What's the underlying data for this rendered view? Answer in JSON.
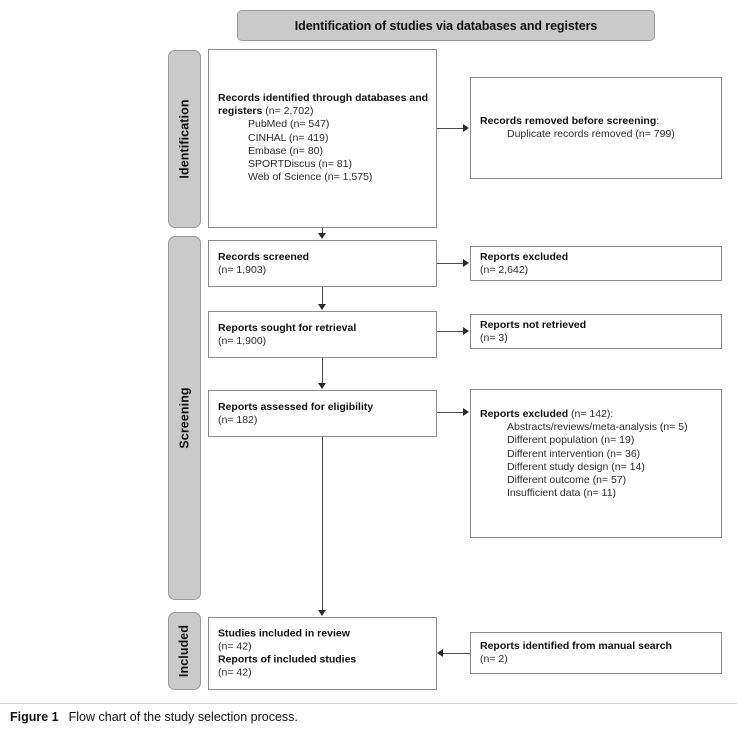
{
  "figure": {
    "header_title": "Identification of studies via databases and registers",
    "caption_label": "Figure 1",
    "caption_text": "Flow chart of the study selection process.",
    "colors": {
      "stage_fill": "#cacaca",
      "stage_border": "#9a9a9a",
      "box_border": "#8c8c8c",
      "connector": "#4a4a4a",
      "text": "#2b2b2b"
    }
  },
  "stages": [
    {
      "id": "identification",
      "label": "Identification"
    },
    {
      "id": "screening",
      "label": "Screening"
    },
    {
      "id": "included",
      "label": "Included"
    }
  ],
  "boxes": {
    "records_identified": {
      "heading": "Records identified through databases and registers",
      "heading_count": "(n= 2,702)",
      "sources": [
        "PubMed  (n= 547)",
        "CINHAL  (n= 419)",
        "Embase (n= 80)",
        "SPORTDiscus (n= 81)",
        "Web of Science (n= 1,575)"
      ]
    },
    "records_removed": {
      "heading": "Records removed before screening",
      "heading_suffix": ":",
      "detail": "Duplicate records removed (n= 799)"
    },
    "records_screened": {
      "heading": "Records screened",
      "count": "(n= 1,903)"
    },
    "reports_excluded_1": {
      "heading": "Reports excluded",
      "count": "(n= 2,642)"
    },
    "reports_sought": {
      "heading": "Reports sought for retrieval",
      "count": "(n= 1,900)"
    },
    "reports_not_retrieved": {
      "heading": "Reports not retrieved",
      "count": "(n= 3)"
    },
    "reports_assessed": {
      "heading": "Reports assessed for eligibility",
      "count": "(n= 182)"
    },
    "reports_excluded_2": {
      "heading": "Reports excluded",
      "heading_count": "(n= 142):",
      "reasons": [
        "Abstracts/reviews/meta-analysis (n= 5)",
        "Different population  (n= 19)",
        "Different intervention  (n= 36)",
        "Different study design (n= 14)",
        "Different outcome (n= 57)",
        "Insufficient data (n= 11)"
      ]
    },
    "studies_included": {
      "heading_1": "Studies included in review",
      "count_1": "(n= 42)",
      "heading_2": "Reports of included studies",
      "count_2": "(n= 42)"
    },
    "manual_search": {
      "heading": "Reports identified from manual  search",
      "count": "(n= 2)"
    }
  },
  "chart_data": {
    "type": "diagram",
    "diagram_kind": "PRISMA flow chart",
    "title": "Identification of studies via databases and registers",
    "nodes": [
      {
        "id": "records_identified",
        "stage": "Identification",
        "label": "Records identified through databases and registers",
        "n": 2702,
        "breakdown": [
          {
            "source": "PubMed",
            "n": 547
          },
          {
            "source": "CINHAL",
            "n": 419
          },
          {
            "source": "Embase",
            "n": 80
          },
          {
            "source": "SPORTDiscus",
            "n": 81
          },
          {
            "source": "Web of Science",
            "n": 1575
          }
        ]
      },
      {
        "id": "records_removed",
        "stage": "Identification",
        "label": "Records removed before screening: Duplicate records removed",
        "n": 799
      },
      {
        "id": "records_screened",
        "stage": "Screening",
        "label": "Records screened",
        "n": 1903
      },
      {
        "id": "reports_excluded_1",
        "stage": "Screening",
        "label": "Reports excluded",
        "n": 2642
      },
      {
        "id": "reports_sought",
        "stage": "Screening",
        "label": "Reports sought for retrieval",
        "n": 1900
      },
      {
        "id": "reports_not_retrieved",
        "stage": "Screening",
        "label": "Reports not retrieved",
        "n": 3
      },
      {
        "id": "reports_assessed",
        "stage": "Screening",
        "label": "Reports assessed for eligibility",
        "n": 182
      },
      {
        "id": "reports_excluded_2",
        "stage": "Screening",
        "label": "Reports excluded",
        "n": 142,
        "breakdown": [
          {
            "reason": "Abstracts/reviews/meta-analysis",
            "n": 5
          },
          {
            "reason": "Different population",
            "n": 19
          },
          {
            "reason": "Different intervention",
            "n": 36
          },
          {
            "reason": "Different study design",
            "n": 14
          },
          {
            "reason": "Different outcome",
            "n": 57
          },
          {
            "reason": "Insufficient data",
            "n": 11
          }
        ]
      },
      {
        "id": "studies_included",
        "stage": "Included",
        "label": "Studies included in review",
        "n": 42
      },
      {
        "id": "reports_of_included",
        "stage": "Included",
        "label": "Reports of included studies",
        "n": 42
      },
      {
        "id": "manual_search",
        "stage": "Included",
        "label": "Reports identified from manual search",
        "n": 2
      }
    ],
    "edges": [
      {
        "from": "records_identified",
        "to": "records_removed",
        "direction": "right"
      },
      {
        "from": "records_identified",
        "to": "records_screened",
        "direction": "down"
      },
      {
        "from": "records_screened",
        "to": "reports_excluded_1",
        "direction": "right"
      },
      {
        "from": "records_screened",
        "to": "reports_sought",
        "direction": "down"
      },
      {
        "from": "reports_sought",
        "to": "reports_not_retrieved",
        "direction": "right"
      },
      {
        "from": "reports_sought",
        "to": "reports_assessed",
        "direction": "down"
      },
      {
        "from": "reports_assessed",
        "to": "reports_excluded_2",
        "direction": "right"
      },
      {
        "from": "reports_assessed",
        "to": "studies_included",
        "direction": "down"
      },
      {
        "from": "manual_search",
        "to": "studies_included",
        "direction": "left"
      }
    ]
  }
}
